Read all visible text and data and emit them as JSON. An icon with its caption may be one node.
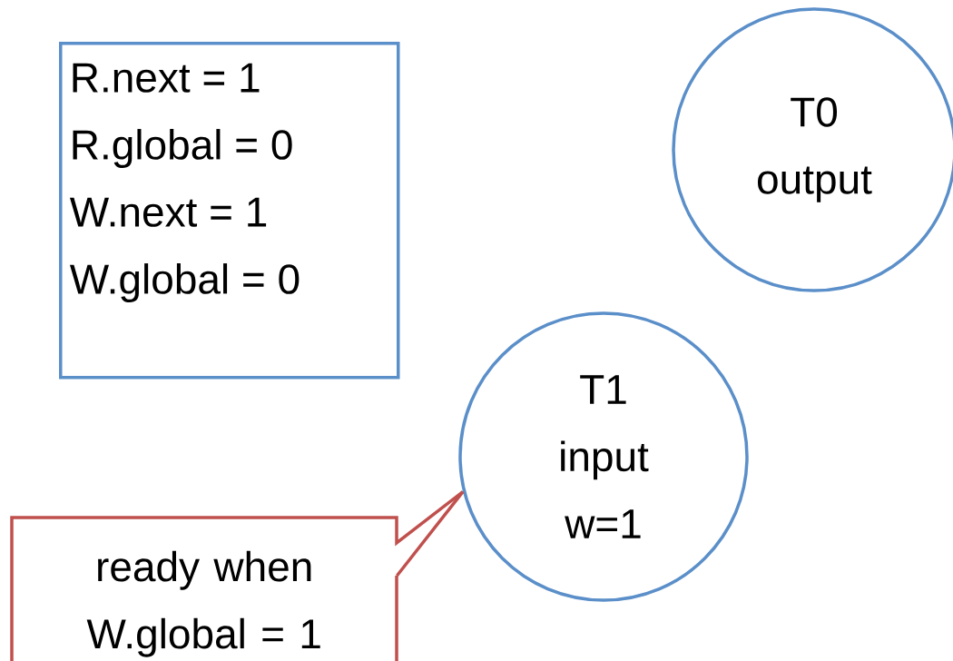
{
  "diagram": {
    "nodes": [
      {
        "text": [
          "R.next = 1",
          "R.global = 0",
          "W.next = 1",
          "W.global = 0"
        ]
      },
      {
        "text": [
          "T0",
          "output"
        ]
      },
      {
        "text": [
          "T1",
          "input",
          "w=1"
        ]
      },
      {
        "text": [
          "ready when W.global = 1"
        ]
      }
    ],
    "edges": [
      {
        "from": 3,
        "to": 2,
        "arrow": "none",
        "color": "#c0504d"
      }
    ]
  }
}
